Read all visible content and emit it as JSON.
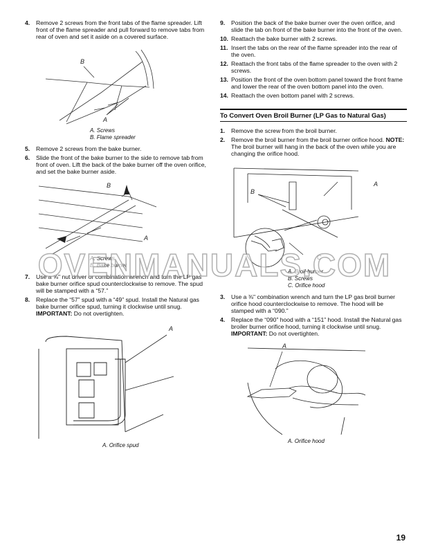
{
  "left": {
    "step4": {
      "num": "4.",
      "text": "Remove 2 screws from the front tabs of the flame spreader. Lift front of the flame spreader and pull forward to remove tabs from rear of oven and set it aside on a covered surface."
    },
    "fig1": {
      "label_b": "B",
      "label_a": "A",
      "cap1": "A. Screws",
      "cap2": "B. Flame spreader"
    },
    "step5": {
      "num": "5.",
      "text": "Remove 2 screws from the bake burner."
    },
    "step6": {
      "num": "6.",
      "text": "Slide the front of the bake burner to the side to remove tab from front of oven. Lift the back of the bake burner off the oven orifice, and set the bake burner aside."
    },
    "fig2": {
      "label_b": "B",
      "label_a": "A",
      "cap1": "A. Screws",
      "cap2": "B. Bake burner"
    },
    "step7": {
      "num": "7.",
      "text": "Use a ⅝\" nut driver or combination wrench and turn the LP gas bake burner orifice spud counterclockwise to remove. The spud will be stamped with a “57.”"
    },
    "step8": {
      "num": "8.",
      "text": "Replace the “57” spud with a “49” spud. Install the Natural gas bake burner orifice spud, turning it clockwise until snug.",
      "important": "IMPORTANT:",
      "important_text": " Do not overtighten."
    },
    "fig3": {
      "label_a": "A",
      "cap1": "A. Orifice spud"
    }
  },
  "right": {
    "step9": {
      "num": "9.",
      "text": "Position the back of the bake burner over the oven orifice, and slide the tab on front of the bake burner into the front of the oven."
    },
    "step10": {
      "num": "10.",
      "text": "Reattach the bake burner with 2 screws."
    },
    "step11": {
      "num": "11.",
      "text": "Insert the tabs on the rear of the flame spreader into the rear of the oven."
    },
    "step12": {
      "num": "12.",
      "text": "Reattach the front tabs of the flame spreader to the oven with 2 screws."
    },
    "step13": {
      "num": "13.",
      "text": "Position the front of the oven bottom panel toward the front frame and lower the rear of the oven bottom panel into the oven."
    },
    "step14": {
      "num": "14.",
      "text": "Reattach the oven bottom panel with 2 screws."
    },
    "heading": "To Convert Oven Broil Burner (LP Gas to Natural Gas)",
    "bstep1": {
      "num": "1.",
      "text": "Remove the screw from the broil burner."
    },
    "bstep2": {
      "num": "2.",
      "text": "Remove the broil burner from the broil burner orifice hood.",
      "note": "NOTE:",
      "note_text": " The broil burner will hang in the back of the oven while you are changing the orifice hood."
    },
    "fig4": {
      "label_a": "A",
      "label_b": "B",
      "label_c": "C",
      "cap1": "A. Broil burner",
      "cap2": "B. Screws",
      "cap3": "C. Orifice hood"
    },
    "bstep3": {
      "num": "3.",
      "text": "Use a ⅜\" combination wrench and turn the LP gas broil burner orifice hood counterclockwise to remove. The hood will be stamped with a “090.”"
    },
    "bstep4": {
      "num": "4.",
      "text": "Replace the “090” hood with a “151” hood. Install the Natural gas broiler burner orifice hood, turning it clockwise until snug.",
      "important": "IMPORTANT:",
      "important_text": " Do not overtighten."
    },
    "fig5": {
      "label_a": "A",
      "cap1": "A. Orifice hood"
    }
  },
  "watermark": "OVENMANUALS.COM",
  "page_number": "19"
}
